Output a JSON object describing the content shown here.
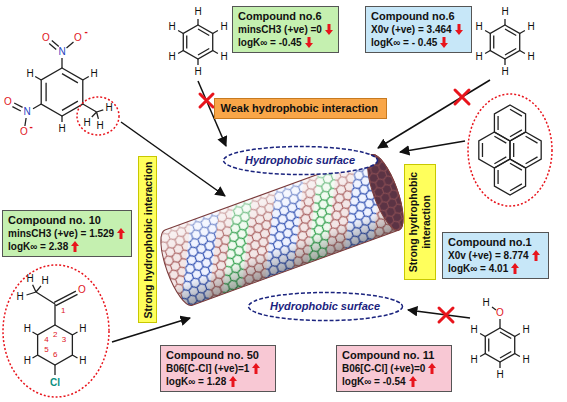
{
  "diagram": {
    "nodes": [
      {
        "text": [
          "Compound no.6",
          "minsCH3 (+ve) =0",
          "logK∞ = -0.45"
        ]
      },
      {
        "text": [
          "Compound no.6",
          "X0v (+ve) = 3.464",
          "logK∞ = - 0.45"
        ]
      },
      {
        "text": [
          "Weak hydrophobic interaction"
        ]
      },
      {
        "text": [
          "Hydrophobic surface"
        ]
      },
      {
        "text": [
          "Strong hydrophobic interaction"
        ]
      },
      {
        "text": [
          "Compound no. 10",
          "minsCH3 (+ve) = 1.529",
          "logK∞ = 2.38"
        ]
      },
      {
        "text": [
          "Strong hydrophobic interaction"
        ]
      },
      {
        "text": [
          "Compound no.1",
          "X0v (+ve) = 8.774",
          "logK∞ = 4.01"
        ]
      },
      {
        "text": [
          "Hydrophobic surface"
        ]
      },
      {
        "text": [
          "Compound no. 50",
          "B06[C-Cl] (+ve)=1",
          "logK∞ = 1.28"
        ]
      },
      {
        "text": [
          "Compound no. 11",
          "B06[C-Cl] (+ve)=0",
          "logK∞ = -0.54"
        ]
      }
    ],
    "labels": [
      "O",
      "N",
      "O",
      "-",
      "H",
      "H",
      "H",
      "H",
      "H",
      "N",
      "O",
      "O",
      "-",
      "H",
      "H",
      "H",
      "H",
      "H",
      "H",
      "H",
      "H",
      "H",
      "H",
      "H",
      "H",
      "H",
      "O",
      "1",
      "H",
      "H",
      "H",
      "2",
      "3",
      "4",
      "5",
      "6",
      "H",
      "H",
      "H",
      "H",
      "Cl",
      "H",
      "O",
      "H",
      "H",
      "H",
      "H",
      "H"
    ]
  }
}
